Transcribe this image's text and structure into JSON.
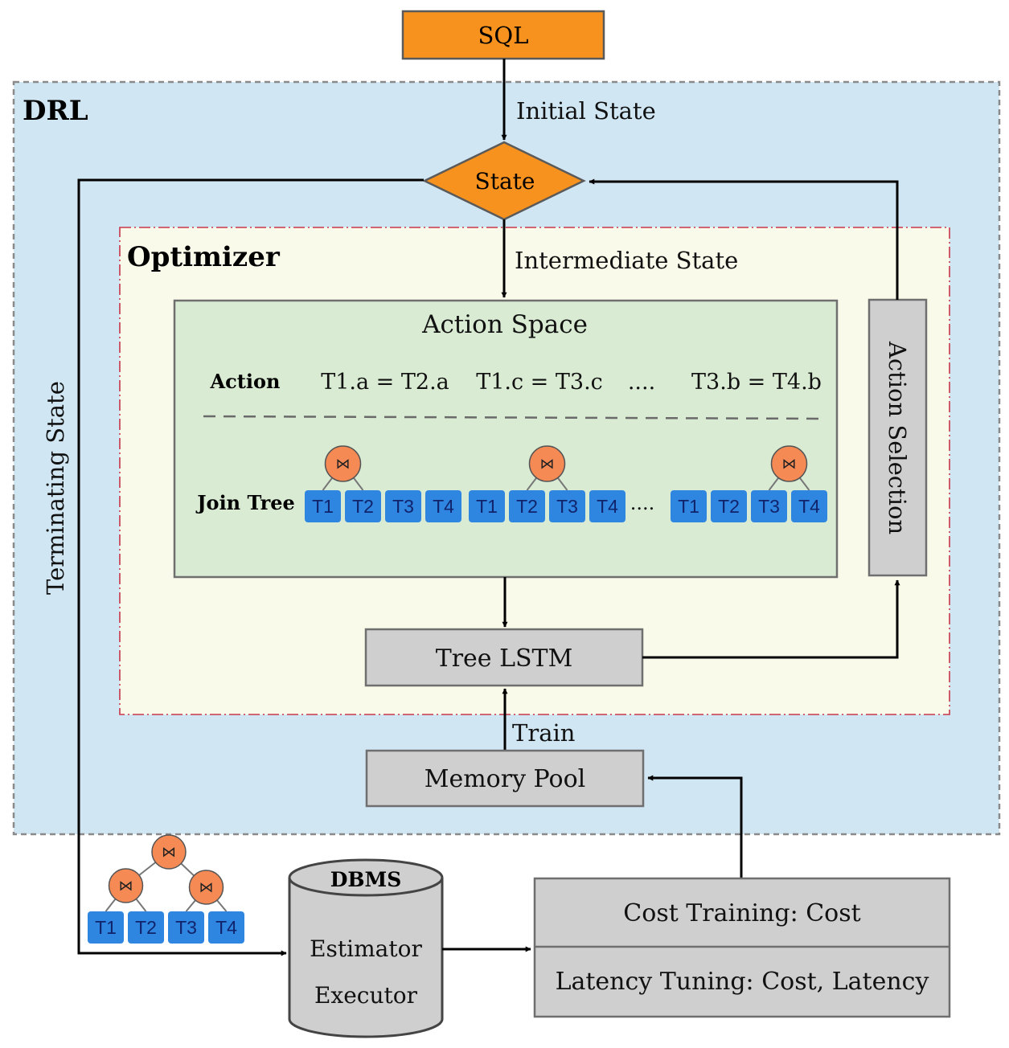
{
  "sql": "SQL",
  "drl": "DRL",
  "optimizer": "Optimizer",
  "state": "State",
  "initial_state": "Initial State",
  "intermediate_state": "Intermediate State",
  "terminating_state": "Terminating State",
  "action_space": {
    "title": "Action Space",
    "action_label": "Action",
    "actions": [
      "T1.a = T2.a",
      "T1.c = T3.c",
      "....",
      "T3.b = T4.b"
    ],
    "join_tree_label": "Join Tree",
    "tables": [
      "T1",
      "T2",
      "T3",
      "T4"
    ],
    "ellipsis": "....",
    "join_symbol": "⋈"
  },
  "action_selection": "Action Selection",
  "tree_lstm": "Tree LSTM",
  "train": "Train",
  "memory_pool": "Memory Pool",
  "dbms": {
    "title": "DBMS",
    "estimator": "Estimator",
    "executor": "Executor"
  },
  "cost_training": "Cost Training: Cost",
  "latency_tuning": "Latency Tuning: Cost, Latency",
  "colors": {
    "orange": "#f7921e",
    "drl_bg": "#d0e6f3",
    "optimizer_bg": "#fafaea",
    "action_space_bg": "#d9ebd3",
    "gray_box": "#cfcfcf",
    "table_blue": "#2f86e0",
    "join_node": "#f58a55"
  }
}
